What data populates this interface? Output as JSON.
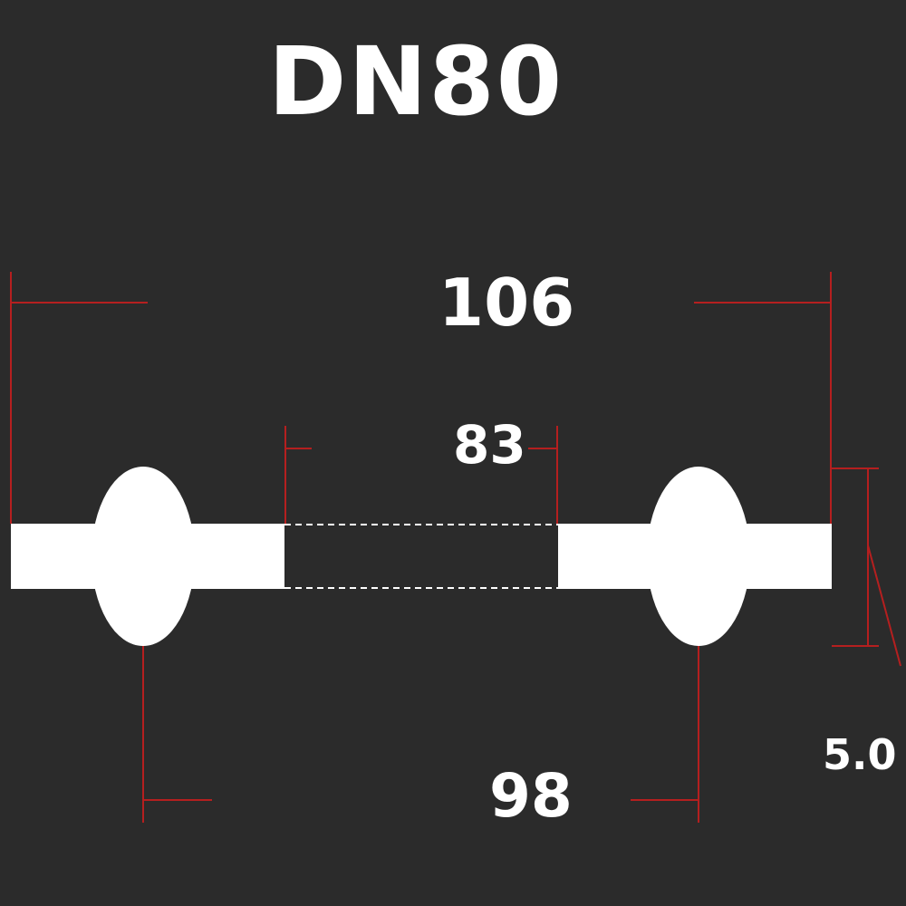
{
  "title": "DN80",
  "dimensions": {
    "outer_diameter": "106",
    "inner_diameter": "83",
    "bolt_circle": "98",
    "thickness": "5.0"
  },
  "colors": {
    "background": "#2b2b2b",
    "part": "#ffffff",
    "dimension_line": "#b51f1f",
    "bore_outline": "#ffffff"
  }
}
